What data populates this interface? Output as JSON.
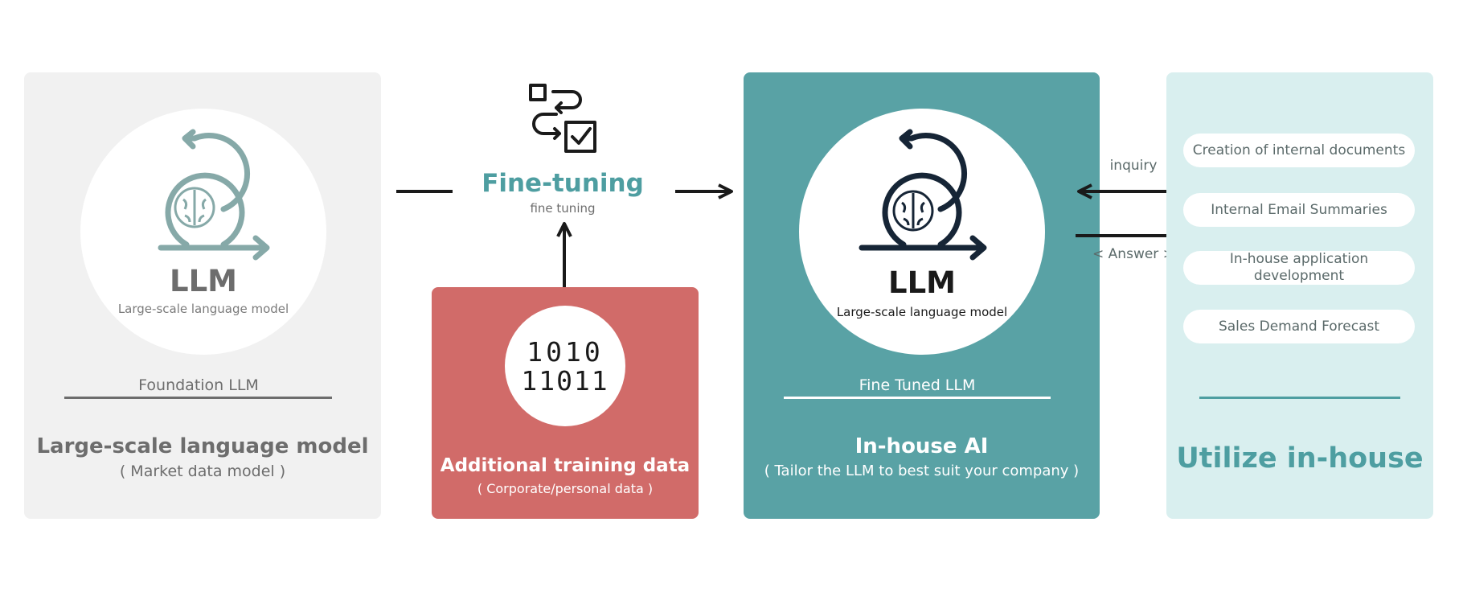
{
  "foundation": {
    "llm_title": "LLM",
    "llm_subtitle": "Large-scale language model",
    "caption": "Foundation LLM",
    "heading": "Large-scale language model",
    "subheading": "( Market data model )",
    "icon": "loop-arrow-brain-icon"
  },
  "fine_tuning": {
    "title": "Fine-tuning",
    "subtitle": "fine tuning",
    "icon": "process-flow-icon"
  },
  "training_data": {
    "binary_line1": "1010",
    "binary_line2": "11011",
    "heading": "Additional training data",
    "subheading": "( Corporate/personal data )",
    "icon": "binary-data-icon"
  },
  "inhouse": {
    "llm_title": "LLM",
    "llm_subtitle": "Large-scale language model",
    "caption": "Fine Tuned LLM",
    "heading": "In-house AI",
    "subheading": "( Tailor the LLM to best suit your company )",
    "icon": "loop-arrow-brain-icon"
  },
  "arrows": {
    "inquiry": "inquiry",
    "answer": "< Answer >"
  },
  "utilize": {
    "items": [
      "Creation of internal documents",
      "Internal Email Summaries",
      "In-house application development",
      "Sales Demand Forecast"
    ],
    "heading": "Utilize in-house"
  },
  "colors": {
    "foundation_bg": "#f1f1f1",
    "training_bg": "#d16b69",
    "inhouse_bg": "#59a2a5",
    "utilize_bg": "#d9efef",
    "accent_teal": "#4e9ea1",
    "gray_text": "#6d6d6d",
    "dark_navy": "#162536"
  }
}
